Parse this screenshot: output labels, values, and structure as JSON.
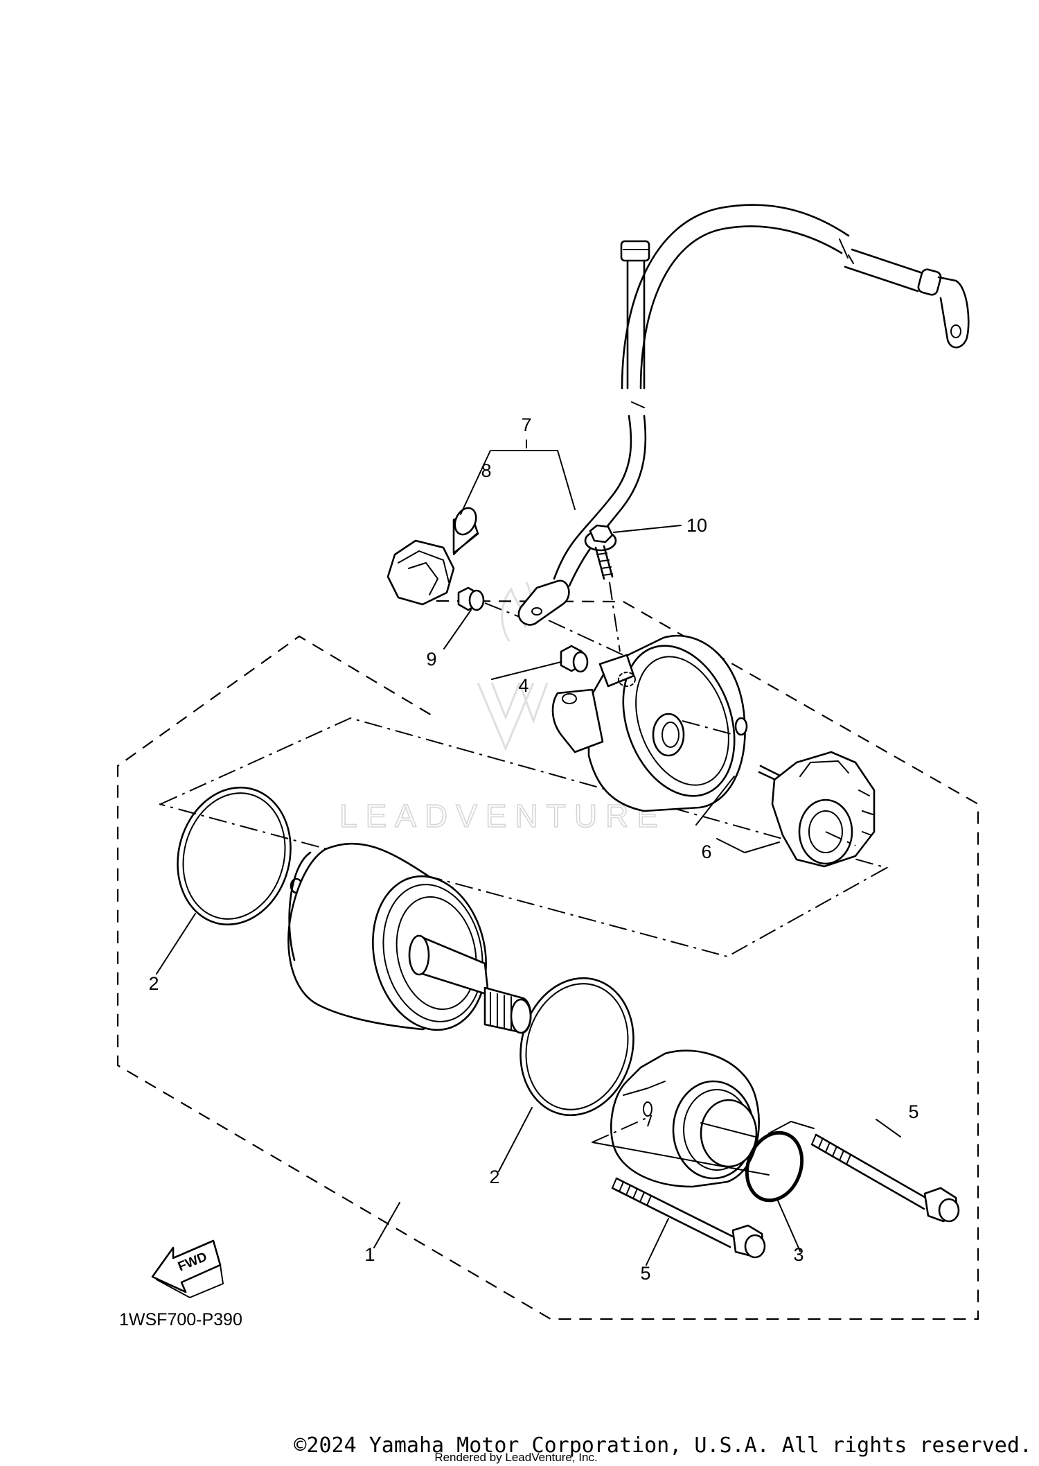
{
  "diagram": {
    "callouts": {
      "c1": "1",
      "c2a": "2",
      "c2b": "2",
      "c3": "3",
      "c4": "4",
      "c5a": "5",
      "c5b": "5",
      "c6": "6",
      "c7": "7",
      "c8": "8",
      "c9": "9",
      "c10": "10"
    },
    "drawing_code": "1WSF700-P390",
    "fwd_label": "FWD"
  },
  "watermark": {
    "text": "LEADVENTURE"
  },
  "footer": {
    "copyright": "©2024 Yamaha Motor Corporation, U.S.A. All rights reserved.",
    "rendered_by": "Rendered by LeadVenture, Inc."
  }
}
